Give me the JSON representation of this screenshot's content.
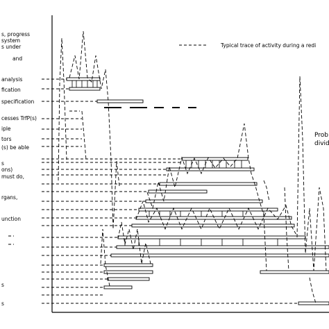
{
  "legend": {
    "text": "Typical trace of activity during a redi"
  },
  "note": {
    "line1": "Prob",
    "line2": "divid"
  },
  "labels": [
    "s, progress",
    "system",
    "s under",
    "and",
    "analysis",
    "fication",
    "specification",
    "cesses TrfP(s)",
    "iple",
    "tors",
    "(s) be able",
    "s",
    "ons)",
    "must do,",
    "rgans,",
    "unction",
    "s",
    "s"
  ]
}
